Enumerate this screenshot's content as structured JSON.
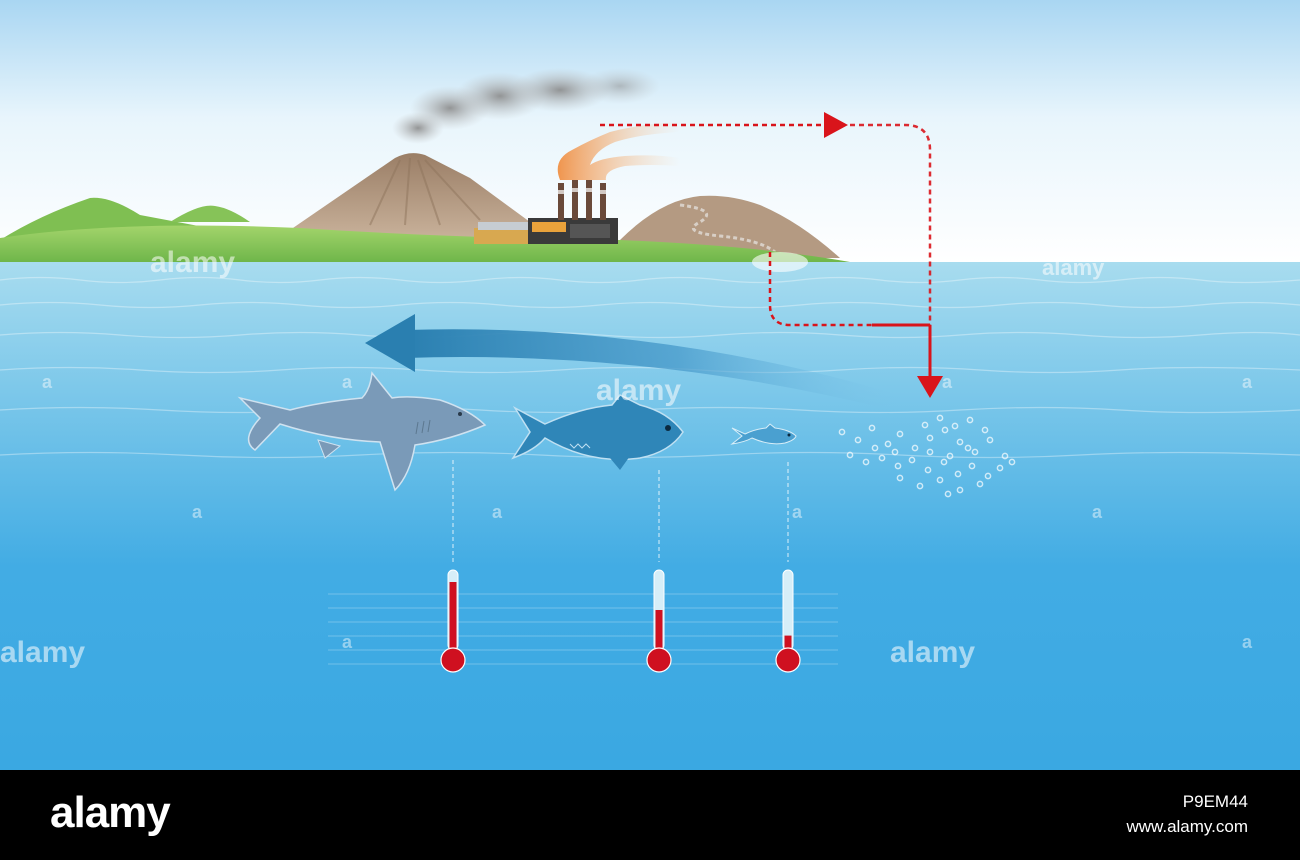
{
  "watermark": {
    "text": "alamy",
    "glyph": "a"
  },
  "footer": {
    "brand": "alamy",
    "image_id": "P9EM44",
    "site": "www.alamy.com"
  },
  "colors": {
    "sky_top": "#a9d6f2",
    "sky_bottom": "#ffffff",
    "ocean_surface": "#a8dcef",
    "ocean_deep": "#3aa8e2",
    "land_green": "#8cc95a",
    "volcano_brown": "#b49a82",
    "pollution_arrow": "#d9141b",
    "food_chain_arrow": "#2a7fb0",
    "shark": "#7a9ab8",
    "tuna": "#2f86b8",
    "small_fish": "#4aa0d0",
    "thermometer_red": "#cf1020"
  },
  "thermometers": [
    {
      "name": "shark",
      "level": 0.85
    },
    {
      "name": "tuna",
      "level": 0.5
    },
    {
      "name": "small-fish",
      "level": 0.18
    }
  ],
  "icons": {
    "factory": "factory-icon",
    "volcano": "volcano-icon",
    "shark": "shark-icon",
    "tuna": "tuna-icon",
    "small_fish": "small-fish-icon",
    "plankton": "plankton-icon",
    "thermometer": "thermometer-icon"
  }
}
